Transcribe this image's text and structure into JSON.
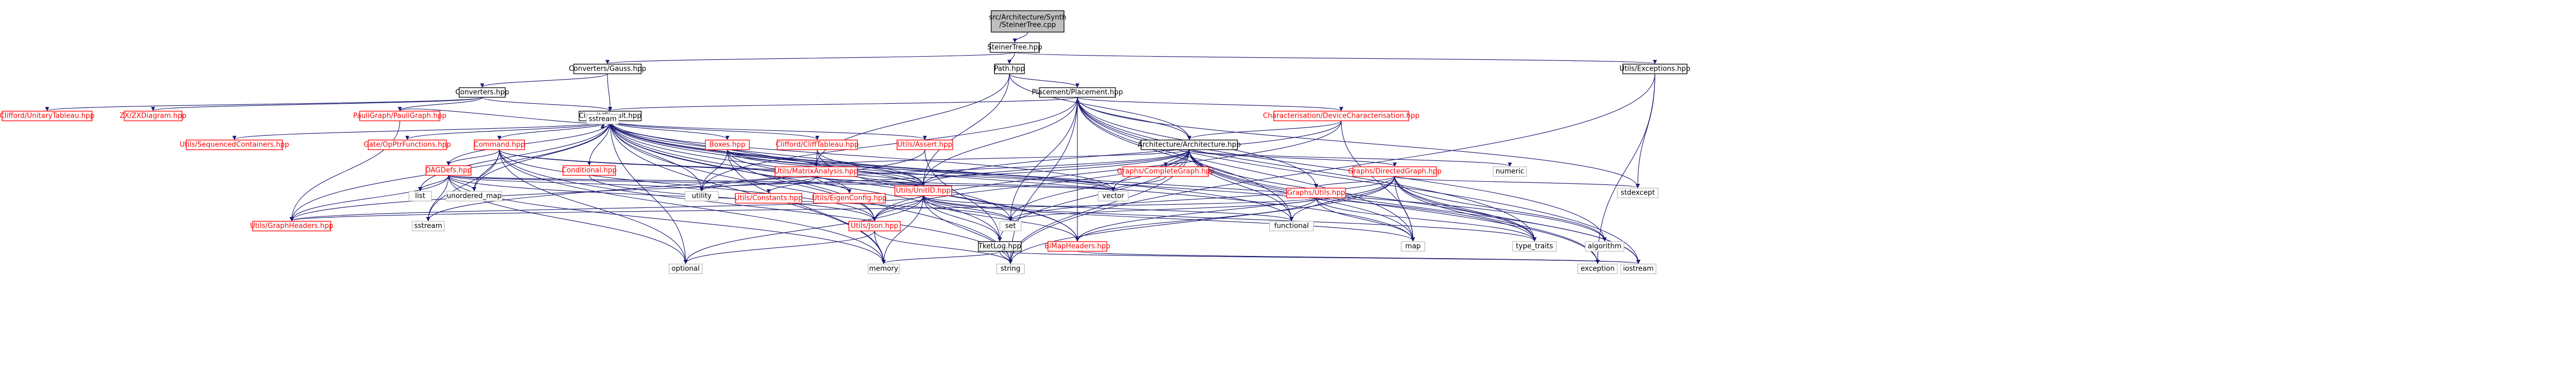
{
  "colors": {
    "root_fill": "#bfbfbf",
    "node_fill": "#ffffff",
    "node_border": "#000000",
    "ext_border": "#bfbfbf",
    "link_text": "#000000",
    "red_text": "#ff0000",
    "edge": "#191970",
    "edge_alt": "#404040"
  },
  "nodes": [
    {
      "id": "root",
      "label": "src/Architecture/Synth\n/SteinerTree.cpp",
      "kind": "root"
    },
    {
      "id": "steinertree",
      "label": "SteinerTree.hpp",
      "kind": "link"
    },
    {
      "id": "convgauss",
      "label": "Converters/Gauss.hpp",
      "kind": "link"
    },
    {
      "id": "path",
      "label": "Path.hpp",
      "kind": "link"
    },
    {
      "id": "utilsexc",
      "label": "Utils/Exceptions.hpp",
      "kind": "link"
    },
    {
      "id": "converters",
      "label": "Converters.hpp",
      "kind": "link"
    },
    {
      "id": "placement",
      "label": "Placement/Placement.hpp",
      "kind": "link"
    },
    {
      "id": "cliffordunitary",
      "label": "Clifford/UnitaryTableau.hpp",
      "kind": "red"
    },
    {
      "id": "zxdiagram",
      "label": "ZX/ZXDiagram.hpp",
      "kind": "red"
    },
    {
      "id": "paulirgraph",
      "label": "PauliGraph/PauliGraph.hpp",
      "kind": "red"
    },
    {
      "id": "circuit",
      "label": "Circuit/Circuit.hpp",
      "kind": "link"
    },
    {
      "id": "characterisation",
      "label": "Characterisation/DeviceCharacterisation.hpp",
      "kind": "red"
    },
    {
      "id": "architecture",
      "label": "Architecture/Architecture.hpp",
      "kind": "link"
    },
    {
      "id": "seqcontainers",
      "label": "Utils/SequencedContainers.hpp",
      "kind": "red"
    },
    {
      "id": "gateopptr",
      "label": "Gate/OpPtrFunctions.hpp",
      "kind": "red"
    },
    {
      "id": "command",
      "label": "Command.hpp",
      "kind": "red"
    },
    {
      "id": "boxes",
      "label": "Boxes.hpp",
      "kind": "red"
    },
    {
      "id": "clifftableau",
      "label": "Clifford/CliffTableau.hpp",
      "kind": "red"
    },
    {
      "id": "utilsassert",
      "label": "Utils/Assert.hpp",
      "kind": "red"
    },
    {
      "id": "completegraph",
      "label": "Graphs/CompleteGraph.hpp",
      "kind": "red"
    },
    {
      "id": "directedgraph",
      "label": "Graphs/DirectedGraph.hpp",
      "kind": "red"
    },
    {
      "id": "numeric",
      "label": "numeric",
      "kind": "ext"
    },
    {
      "id": "dagdefs",
      "label": "DAGDefs.hpp",
      "kind": "red"
    },
    {
      "id": "conditional",
      "label": "Conditional.hpp",
      "kind": "red"
    },
    {
      "id": "matrixanalysis",
      "label": "Utils/MatrixAnalysis.hpp",
      "kind": "red"
    },
    {
      "id": "unitid",
      "label": "Utils/UnitID.hpp",
      "kind": "red"
    },
    {
      "id": "graphsutils",
      "label": "Graphs/Utils.hpp",
      "kind": "red"
    },
    {
      "id": "stdexcept",
      "label": "stdexcept",
      "kind": "ext"
    },
    {
      "id": "list",
      "label": "list",
      "kind": "ext"
    },
    {
      "id": "unorderedmap",
      "label": "unordered_map",
      "kind": "ext"
    },
    {
      "id": "utility",
      "label": "utility",
      "kind": "ext"
    },
    {
      "id": "constants",
      "label": "Utils/Constants.hpp",
      "kind": "red"
    },
    {
      "id": "eigenconfig",
      "label": "Utils/EigenConfig.hpp",
      "kind": "red"
    },
    {
      "id": "vector",
      "label": "vector",
      "kind": "ext"
    },
    {
      "id": "functional",
      "label": "functional",
      "kind": "ext"
    },
    {
      "id": "graphheaders",
      "label": "Utils/GraphHeaders.hpp",
      "kind": "red"
    },
    {
      "id": "sstream_n",
      "label": "sstream",
      "kind": "ext"
    },
    {
      "id": "sstream2",
      "label": "sstream",
      "kind": "ext"
    },
    {
      "id": "json",
      "label": "Utils/Json.hpp",
      "kind": "red"
    },
    {
      "id": "set",
      "label": "set",
      "kind": "ext"
    },
    {
      "id": "tklog",
      "label": "TketLog.hpp",
      "kind": "link"
    },
    {
      "id": "bimap",
      "label": "BiMapHeaders.hpp",
      "kind": "red"
    },
    {
      "id": "map",
      "label": "map",
      "kind": "ext"
    },
    {
      "id": "typetraits",
      "label": "type_traits",
      "kind": "ext"
    },
    {
      "id": "algorithm",
      "label": "algorithm",
      "kind": "ext"
    },
    {
      "id": "optional",
      "label": "optional",
      "kind": "ext"
    },
    {
      "id": "memory",
      "label": "memory",
      "kind": "ext"
    },
    {
      "id": "string",
      "label": "string",
      "kind": "ext"
    },
    {
      "id": "exception",
      "label": "exception",
      "kind": "ext"
    },
    {
      "id": "iostream",
      "label": "iostream",
      "kind": "ext"
    }
  ],
  "edges": [
    [
      "root",
      "steinertree"
    ],
    [
      "steinertree",
      "convgauss"
    ],
    [
      "steinertree",
      "path"
    ],
    [
      "steinertree",
      "utilsexc"
    ],
    [
      "convgauss",
      "converters"
    ],
    [
      "convgauss",
      "circuit"
    ],
    [
      "path",
      "placement"
    ],
    [
      "path",
      "architecture"
    ],
    [
      "path",
      "matrixanalysis"
    ],
    [
      "path",
      "unitid"
    ],
    [
      "utilsexc",
      "stdexcept"
    ],
    [
      "utilsexc",
      "exception"
    ],
    [
      "utilsexc",
      "string"
    ],
    [
      "converters",
      "cliffordunitary"
    ],
    [
      "converters",
      "zxdiagram"
    ],
    [
      "converters",
      "paulirgraph"
    ],
    [
      "converters",
      "circuit"
    ],
    [
      "placement",
      "circuit"
    ],
    [
      "placement",
      "characterisation"
    ],
    [
      "placement",
      "architecture"
    ],
    [
      "placement",
      "graphsutils"
    ],
    [
      "placement",
      "unitid"
    ],
    [
      "placement",
      "bimap"
    ],
    [
      "placement",
      "functional"
    ],
    [
      "placement",
      "map"
    ],
    [
      "placement",
      "set"
    ],
    [
      "placement",
      "typetraits"
    ],
    [
      "placement",
      "algorithm"
    ],
    [
      "placement",
      "stdexcept"
    ],
    [
      "placement",
      "string"
    ],
    [
      "placement",
      "iostream"
    ],
    [
      "placement",
      "utility"
    ],
    [
      "paulirgraph",
      "circuit"
    ],
    [
      "paulirgraph",
      "graphheaders"
    ],
    [
      "circuit",
      "seqcontainers"
    ],
    [
      "circuit",
      "gateopptr"
    ],
    [
      "circuit",
      "command"
    ],
    [
      "circuit",
      "boxes"
    ],
    [
      "circuit",
      "clifftableau"
    ],
    [
      "circuit",
      "utilsassert"
    ],
    [
      "circuit",
      "dagdefs"
    ],
    [
      "circuit",
      "conditional"
    ],
    [
      "circuit",
      "unitid"
    ],
    [
      "circuit",
      "json"
    ],
    [
      "circuit",
      "tklog"
    ],
    [
      "circuit",
      "graphheaders"
    ],
    [
      "circuit",
      "sstream_n"
    ],
    [
      "circuit",
      "list"
    ],
    [
      "circuit",
      "unorderedmap"
    ],
    [
      "circuit",
      "utility"
    ],
    [
      "circuit",
      "vector"
    ],
    [
      "circuit",
      "set"
    ],
    [
      "circuit",
      "map"
    ],
    [
      "circuit",
      "optional"
    ],
    [
      "circuit",
      "memory"
    ],
    [
      "circuit",
      "string"
    ],
    [
      "circuit",
      "functional"
    ],
    [
      "circuit",
      "typetraits"
    ],
    [
      "circuit",
      "algorithm"
    ],
    [
      "circuit",
      "bimap"
    ],
    [
      "characterisation",
      "architecture"
    ],
    [
      "characterisation",
      "unitid"
    ],
    [
      "characterisation",
      "json"
    ],
    [
      "characterisation",
      "map"
    ],
    [
      "architecture",
      "completegraph"
    ],
    [
      "architecture",
      "directedgraph"
    ],
    [
      "architecture",
      "numeric"
    ],
    [
      "architecture",
      "matrixanalysis"
    ],
    [
      "architecture",
      "unitid"
    ],
    [
      "architecture",
      "json"
    ],
    [
      "architecture",
      "tklog"
    ],
    [
      "architecture",
      "graphheaders"
    ],
    [
      "architecture",
      "vector"
    ],
    [
      "architecture",
      "set"
    ],
    [
      "architecture",
      "map"
    ],
    [
      "architecture",
      "functional"
    ],
    [
      "architecture",
      "utility"
    ],
    [
      "architecture",
      "exception"
    ],
    [
      "architecture",
      "string"
    ],
    [
      "architecture",
      "iostream"
    ],
    [
      "architecture",
      "typetraits"
    ],
    [
      "command",
      "dagdefs"
    ],
    [
      "command",
      "unitid"
    ],
    [
      "command",
      "json"
    ],
    [
      "command",
      "optional"
    ],
    [
      "command",
      "memory"
    ],
    [
      "command",
      "string"
    ],
    [
      "command",
      "sstream2"
    ],
    [
      "command",
      "unorderedmap"
    ],
    [
      "command",
      "vector"
    ],
    [
      "boxes",
      "matrixanalysis"
    ],
    [
      "boxes",
      "unitid"
    ],
    [
      "boxes",
      "json"
    ],
    [
      "boxes",
      "eigenconfig"
    ],
    [
      "boxes",
      "memory"
    ],
    [
      "boxes",
      "vector"
    ],
    [
      "boxes",
      "utility"
    ],
    [
      "clifftableau",
      "matrixanalysis"
    ],
    [
      "clifftableau",
      "unitid"
    ],
    [
      "clifftableau",
      "bimap"
    ],
    [
      "utilsassert",
      "tklog"
    ],
    [
      "utilsassert",
      "sstream2"
    ],
    [
      "completegraph",
      "vector"
    ],
    [
      "directedgraph",
      "graphsutils"
    ],
    [
      "directedgraph",
      "bimap"
    ],
    [
      "directedgraph",
      "functional"
    ],
    [
      "directedgraph",
      "map"
    ],
    [
      "directedgraph",
      "set"
    ],
    [
      "directedgraph",
      "typetraits"
    ],
    [
      "directedgraph",
      "algorithm"
    ],
    [
      "directedgraph",
      "stdexcept"
    ],
    [
      "directedgraph",
      "string"
    ],
    [
      "directedgraph",
      "iostream"
    ],
    [
      "directedgraph",
      "exception"
    ],
    [
      "dagdefs",
      "list"
    ],
    [
      "dagdefs",
      "unorderedmap"
    ],
    [
      "dagdefs",
      "utility"
    ],
    [
      "dagdefs",
      "unitid"
    ],
    [
      "dagdefs",
      "graphheaders"
    ],
    [
      "dagdefs",
      "vector"
    ],
    [
      "dagdefs",
      "memory"
    ],
    [
      "dagdefs",
      "optional"
    ],
    [
      "dagdefs",
      "sstream2"
    ],
    [
      "dagdefs",
      "set"
    ],
    [
      "conditional",
      "json"
    ],
    [
      "matrixanalysis",
      "constants"
    ],
    [
      "matrixanalysis",
      "eigenconfig"
    ],
    [
      "matrixanalysis",
      "unitid"
    ],
    [
      "matrixanalysis",
      "utility"
    ],
    [
      "matrixanalysis",
      "vector"
    ],
    [
      "unitid",
      "json"
    ],
    [
      "unitid",
      "tklog"
    ],
    [
      "unitid",
      "bimap"
    ],
    [
      "unitid",
      "graphheaders"
    ],
    [
      "unitid",
      "sstream_n"
    ],
    [
      "unitid",
      "set"
    ],
    [
      "unitid",
      "map"
    ],
    [
      "unitid",
      "optional"
    ],
    [
      "unitid",
      "memory"
    ],
    [
      "unitid",
      "string"
    ],
    [
      "unitid",
      "functional"
    ],
    [
      "unitid",
      "typetraits"
    ],
    [
      "graphsutils",
      "graphheaders"
    ],
    [
      "graphsutils",
      "bimap"
    ],
    [
      "graphsutils",
      "set"
    ],
    [
      "graphsutils",
      "map"
    ],
    [
      "graphsutils",
      "typetraits"
    ],
    [
      "json",
      "optional"
    ],
    [
      "json",
      "memory"
    ],
    [
      "json",
      "string"
    ],
    [
      "tklog",
      "memory"
    ],
    [
      "tklog",
      "string"
    ],
    [
      "tklog",
      "iostream"
    ],
    [
      "bimap",
      "iostream"
    ]
  ]
}
